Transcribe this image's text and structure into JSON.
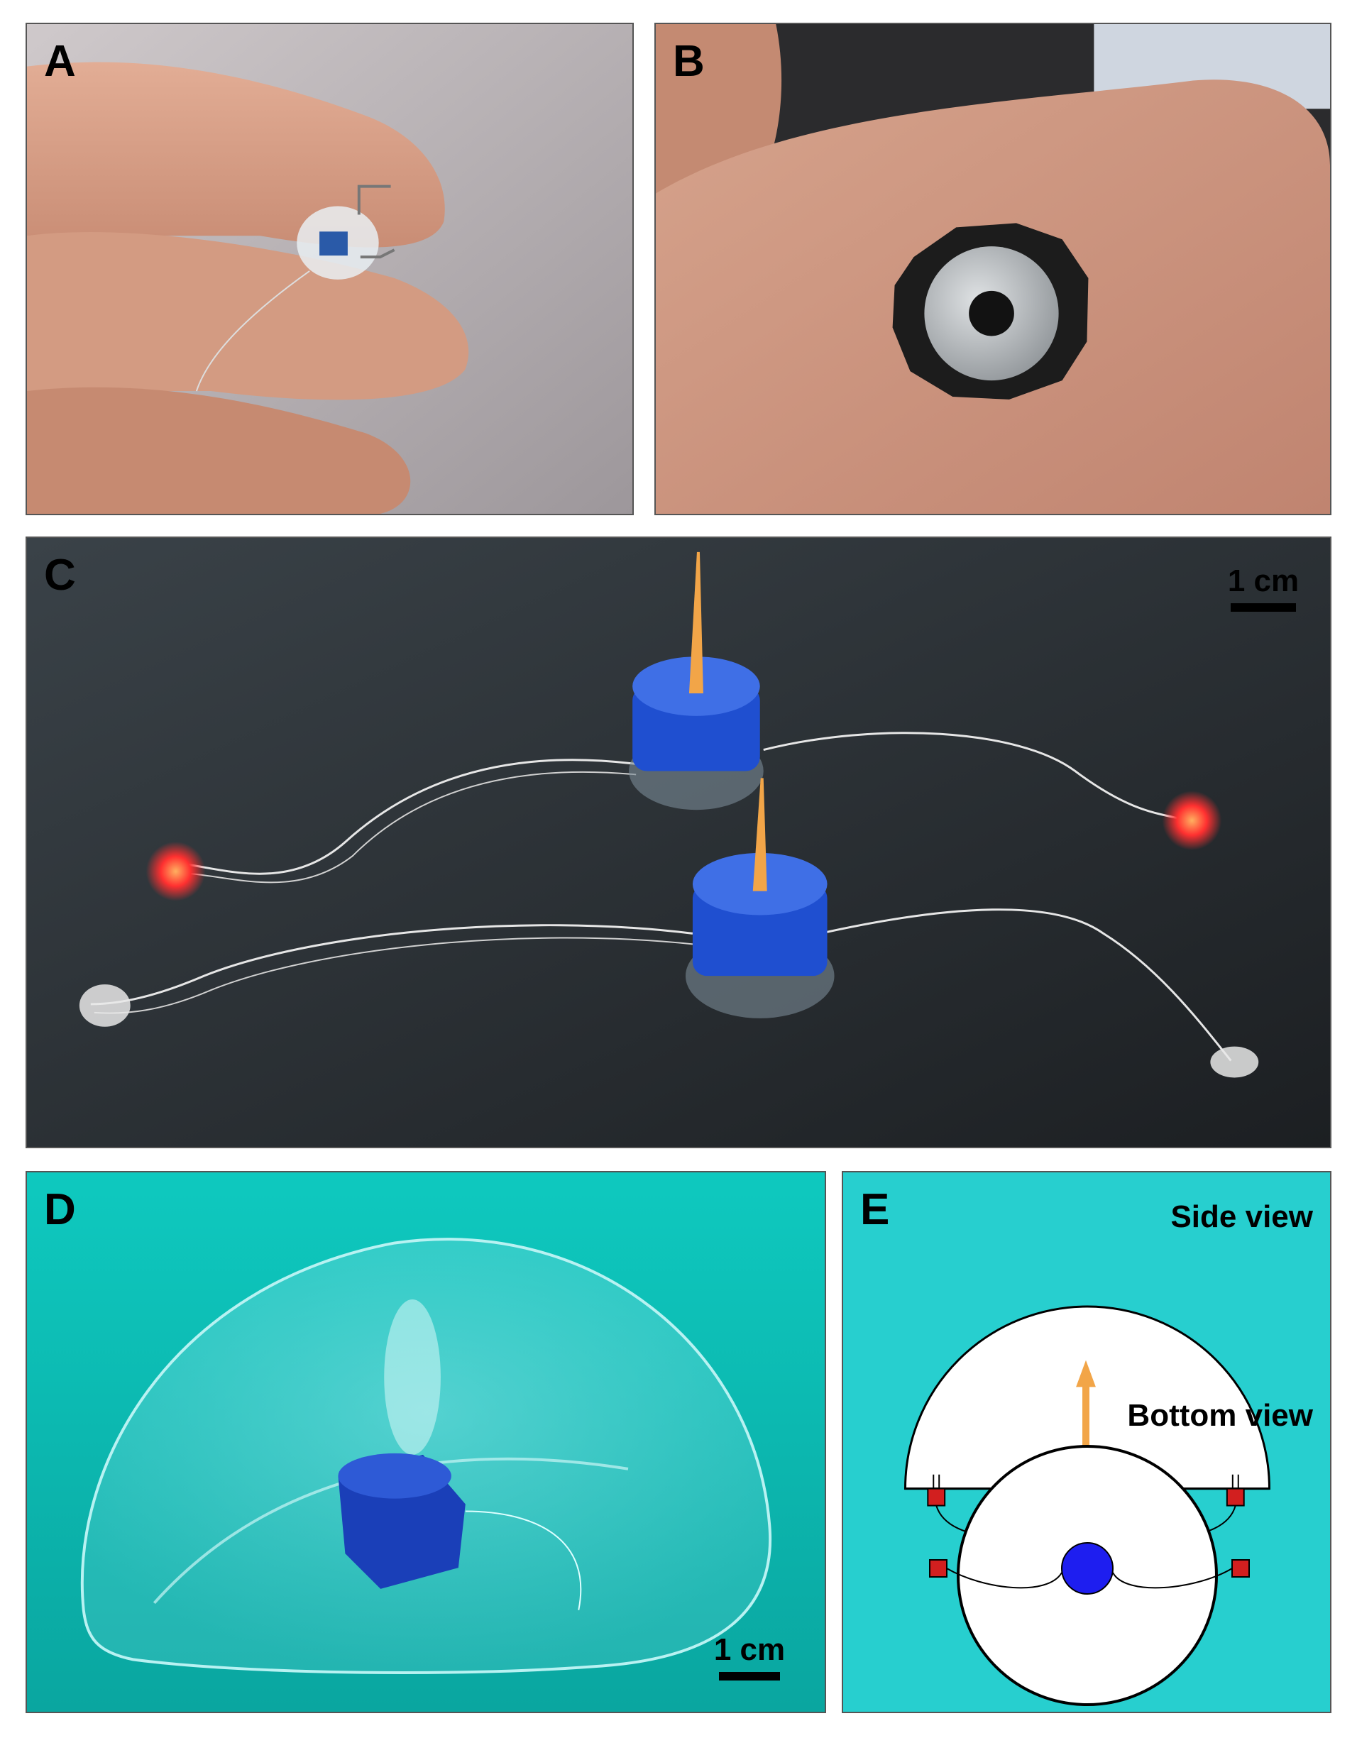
{
  "panels": {
    "a": {
      "label": "A"
    },
    "b": {
      "label": "B"
    },
    "c": {
      "label": "C",
      "scale_bar": "1 cm"
    },
    "d": {
      "label": "D",
      "scale_bar": "1 cm"
    },
    "e": {
      "label": "E",
      "side_view": "Side view",
      "bottom_view": "Bottom view"
    }
  },
  "colors": {
    "water": "#0fbfb7",
    "diagram_bg": "#27cfcf",
    "bench": "#2a2d30",
    "cap_blue": "#1f4fd0",
    "stick_orange": "#f2a548",
    "led_red": "#e02020",
    "skin": "#d9a48a"
  }
}
